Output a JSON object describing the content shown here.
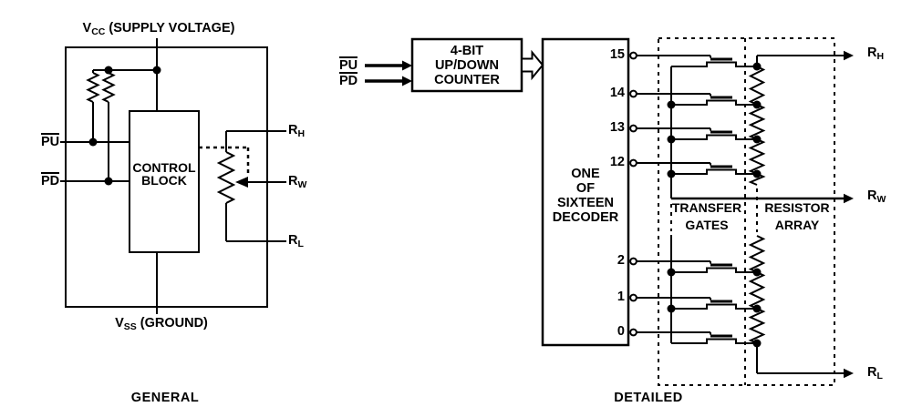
{
  "figure": {
    "colors": {
      "line": "#000000",
      "background": "#ffffff"
    },
    "general": {
      "caption": "GENERAL",
      "vcc": {
        "main": "V",
        "sub": "CC",
        "rest": "(SUPPLY VOLTAGE)"
      },
      "vss": {
        "main": "V",
        "sub": "SS",
        "rest": "(GROUND)"
      },
      "control_block": {
        "line1": "CONTROL",
        "line2": "BLOCK"
      }
    },
    "detailed": {
      "caption": "DETAILED",
      "counter": {
        "line1": "4-BIT",
        "line2": "UP/DOWN",
        "line3": "COUNTER"
      },
      "decoder": {
        "line1": "ONE",
        "line2": "OF",
        "line3": "SIXTEEN",
        "line4": "DECODER"
      },
      "outputs": [
        "15",
        "14",
        "13",
        "12",
        "2",
        "1",
        "0"
      ],
      "transfer_gates": {
        "line1": "TRANSFER",
        "line2": "GATES"
      },
      "resistor_array": {
        "line1": "RESISTOR",
        "line2": "ARRAY"
      }
    },
    "signals": {
      "pu": "PU",
      "pd": "PD",
      "rh": {
        "main": "R",
        "sub": "H"
      },
      "rw": {
        "main": "R",
        "sub": "W"
      },
      "rl": {
        "main": "R",
        "sub": "L"
      }
    }
  }
}
